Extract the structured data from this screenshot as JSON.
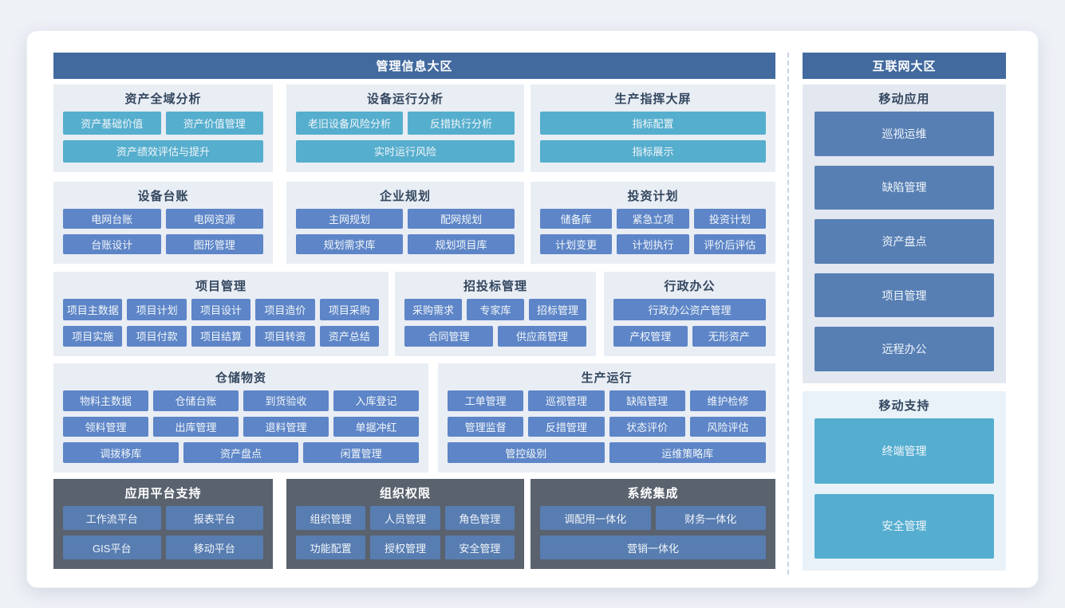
{
  "colors": {
    "zone_header": "#426a9f",
    "group_bg_light": "#e9edf4",
    "group_bg_dark": "#5a626e",
    "group_bg_mobile_app": "#e3e7f0",
    "group_bg_mobile_support": "#e9f2f8",
    "button_teal": "#55aecd",
    "button_blue": "#5d85c7",
    "button_dark_zone": "#587db1",
    "button_right_blue": "#577fb4",
    "button_right_teal": "#55aed0",
    "title_text": "#33475f"
  },
  "zones": {
    "left": {
      "title": "管理信息大区",
      "groups": [
        {
          "title": "资产全域分析",
          "rows": [
            [
              "资产基础价值",
              "资产价值管理"
            ],
            [
              "资产绩效评估与提升"
            ]
          ]
        },
        {
          "title": "设备运行分析",
          "rows": [
            [
              "老旧设备风险分析",
              "反措执行分析"
            ],
            [
              "实时运行风险"
            ]
          ]
        },
        {
          "title": "生产指挥大屏",
          "rows": [
            [
              "指标配置"
            ],
            [
              "指标展示"
            ]
          ]
        },
        {
          "title": "设备台账",
          "rows": [
            [
              "电网台账",
              "电网资源"
            ],
            [
              "台账设计",
              "图形管理"
            ]
          ]
        },
        {
          "title": "企业规划",
          "rows": [
            [
              "主网规划",
              "配网规划"
            ],
            [
              "规划需求库",
              "规划项目库"
            ]
          ]
        },
        {
          "title": "投资计划",
          "rows": [
            [
              "储备库",
              "紧急立项",
              "投资计划"
            ],
            [
              "计划变更",
              "计划执行",
              "评价后评估"
            ]
          ]
        },
        {
          "title": "项目管理",
          "rows": [
            [
              "项目主数据",
              "项目计划",
              "项目设计",
              "项目造价",
              "项目采购"
            ],
            [
              "项目实施",
              "项目付款",
              "项目结算",
              "项目转资",
              "资产总结"
            ]
          ]
        },
        {
          "title": "招投标管理",
          "rows": [
            [
              "采购需求",
              "专家库",
              "招标管理"
            ],
            [
              "合同管理",
              "供应商管理"
            ]
          ]
        },
        {
          "title": "行政办公",
          "rows": [
            [
              "行政办公资产管理"
            ],
            [
              "产权管理",
              "无形资产"
            ]
          ]
        },
        {
          "title": "仓储物资",
          "rows": [
            [
              "物料主数据",
              "仓储台账",
              "到货验收",
              "入库登记"
            ],
            [
              "领料管理",
              "出库管理",
              "退料管理",
              "单据冲红"
            ],
            [
              "调拨移库",
              "资产盘点",
              "闲置管理"
            ]
          ]
        },
        {
          "title": "生产运行",
          "rows": [
            [
              "工单管理",
              "巡视管理",
              "缺陷管理",
              "维护检修"
            ],
            [
              "管理监督",
              "反措管理",
              "状态评价",
              "风险评估"
            ],
            [
              "管控级别",
              "运维策略库"
            ]
          ]
        },
        {
          "title": "应用平台支持",
          "rows": [
            [
              "工作流平台",
              "报表平台"
            ],
            [
              "GIS平台",
              "移动平台"
            ]
          ]
        },
        {
          "title": "组织权限",
          "rows": [
            [
              "组织管理",
              "人员管理",
              "角色管理"
            ],
            [
              "功能配置",
              "授权管理",
              "安全管理"
            ]
          ]
        },
        {
          "title": "系统集成",
          "rows": [
            [
              "调配用一体化",
              "财务一体化"
            ],
            [
              "营销一体化"
            ]
          ]
        }
      ]
    },
    "right": {
      "title": "互联网大区",
      "groups": [
        {
          "title": "移动应用",
          "rows": [
            [
              "巡视运维"
            ],
            [
              "缺陷管理"
            ],
            [
              "资产盘点"
            ],
            [
              "项目管理"
            ],
            [
              "远程办公"
            ]
          ]
        },
        {
          "title": "移动支持",
          "rows": [
            [
              "终端管理"
            ],
            [
              "安全管理"
            ]
          ]
        }
      ]
    }
  }
}
